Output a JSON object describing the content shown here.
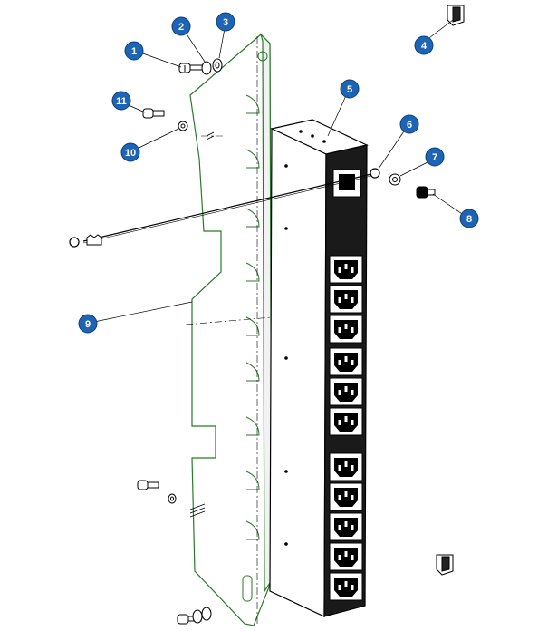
{
  "callouts": [
    {
      "id": 1,
      "label": "1"
    },
    {
      "id": 2,
      "label": "2"
    },
    {
      "id": 3,
      "label": "3"
    },
    {
      "id": 4,
      "label": "4"
    },
    {
      "id": 5,
      "label": "5"
    },
    {
      "id": 6,
      "label": "6"
    },
    {
      "id": 7,
      "label": "7"
    },
    {
      "id": 8,
      "label": "8"
    },
    {
      "id": 9,
      "label": "9"
    },
    {
      "id": 10,
      "label": "10"
    },
    {
      "id": 11,
      "label": "11"
    }
  ],
  "outlet_count": 11,
  "colors": {
    "callout_fill": "#1e64b4",
    "callout_stroke": "#0d3f7a",
    "bracket_edge": "#2a7a2a",
    "line": "#000000",
    "pdu_face": "#ffffff",
    "pdu_front": "#1a1a1a"
  }
}
